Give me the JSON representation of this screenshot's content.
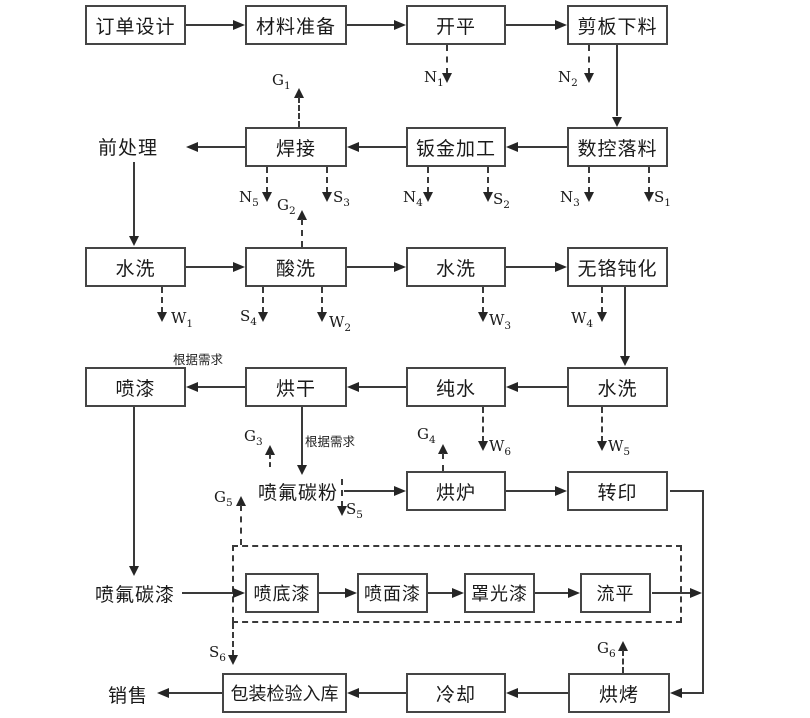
{
  "flow": {
    "row1": {
      "order_design": "订单设计",
      "material_prep": "材料准备",
      "leveling": "开平",
      "plate_shearing": "剪板下料"
    },
    "row2": {
      "pretreatment": "前处理",
      "welding": "焊接",
      "sheet_metal": "钣金加工",
      "cnc_blanking": "数控落料"
    },
    "row3": {
      "water_wash_1": "水洗",
      "acid_wash": "酸洗",
      "water_wash_2": "水洗",
      "chrome_free_passivation": "无铬钝化"
    },
    "row4": {
      "spray_paint": "喷漆",
      "drying": "烘干",
      "pure_water": "纯水",
      "water_wash_3": "水洗"
    },
    "row5": {
      "fluorocarbon_powder": "喷氟碳粉",
      "oven": "烘炉",
      "transfer_print": "转印"
    },
    "row6": {
      "fluorocarbon_paint": "喷氟碳漆",
      "primer": "喷底漆",
      "topcoat": "喷面漆",
      "clearcoat": "罩光漆",
      "flow_leveling": "流平"
    },
    "row7": {
      "sales": "销售",
      "packing_inspection": "包装检验入库",
      "cooling": "冷却",
      "baking": "烘烤"
    }
  },
  "annotations": {
    "on_demand_1": "根据需求",
    "on_demand_2": "根据需求"
  },
  "emissions": {
    "G1": "G1",
    "G2": "G2",
    "G3": "G3",
    "G4": "G4",
    "G5": "G5",
    "G6": "G6",
    "N1": "N1",
    "N2": "N2",
    "N3": "N3",
    "N4": "N4",
    "N5": "N5",
    "S1": "S1",
    "S2": "S2",
    "S3": "S3",
    "S4": "S4",
    "S5": "S5",
    "S6": "S6",
    "W1": "W1",
    "W2": "W2",
    "W3": "W3",
    "W4": "W4",
    "W5": "W5",
    "W6": "W6"
  },
  "colors": {
    "line": "#3a3a3a",
    "box_border": "#454545",
    "background": "#ffffff",
    "text": "#1a1a1a"
  }
}
